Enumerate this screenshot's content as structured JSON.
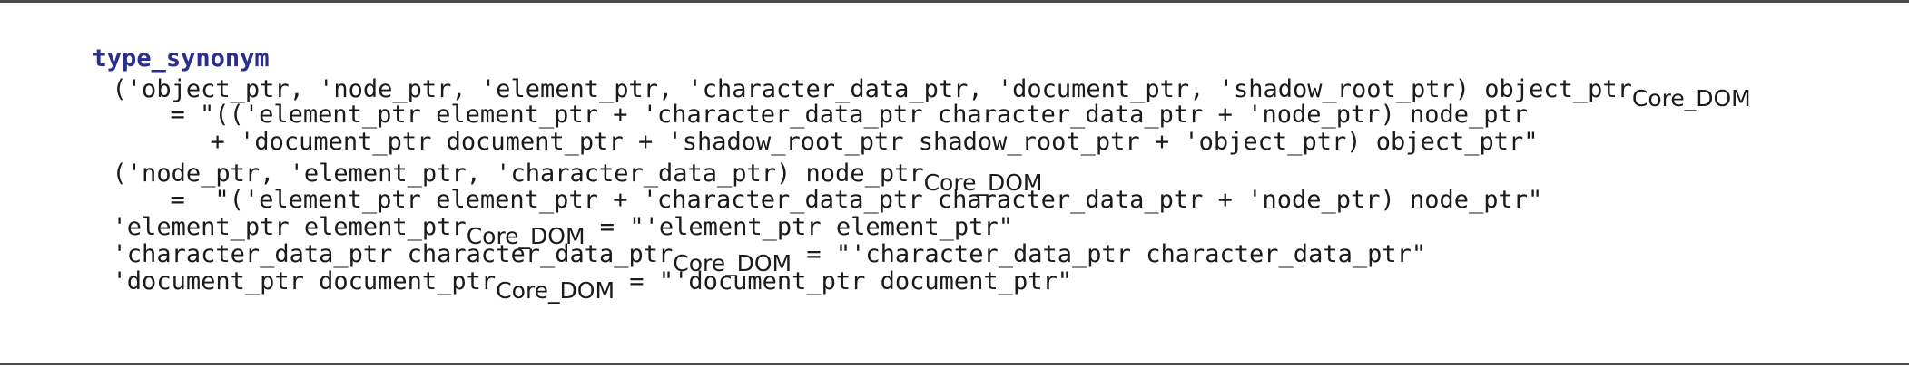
{
  "keyword": "type_synonym",
  "lines": {
    "l1_pre": "('object_ptr, 'node_ptr, 'element_ptr, 'character_data_ptr, 'document_ptr, 'shadow_root_ptr) object_ptr",
    "l1_sub": "Core_DOM",
    "l2": "= \"(('element_ptr element_ptr + 'character_data_ptr character_data_ptr + 'node_ptr) node_ptr",
    "l3": "+ 'document_ptr document_ptr + 'shadow_root_ptr shadow_root_ptr + 'object_ptr) object_ptr\"",
    "l4_pre": "('node_ptr, 'element_ptr, 'character_data_ptr) node_ptr",
    "l4_sub": "Core_DOM",
    "l5": "=  \"('element_ptr element_ptr + 'character_data_ptr character_data_ptr + 'node_ptr) node_ptr\"",
    "l6_pre": "'element_ptr element_ptr",
    "l6_sub": "Core_DOM",
    "l6_post": " = \"'element_ptr element_ptr\"",
    "l7_pre": "'character_data_ptr character_data_ptr",
    "l7_sub": "Core_DOM",
    "l7_post": " = \"'character_data_ptr character_data_ptr\"",
    "l8_pre": "'document_ptr document_ptr",
    "l8_sub": "Core_DOM",
    "l8_post": " = \"'document_ptr document_ptr\""
  }
}
